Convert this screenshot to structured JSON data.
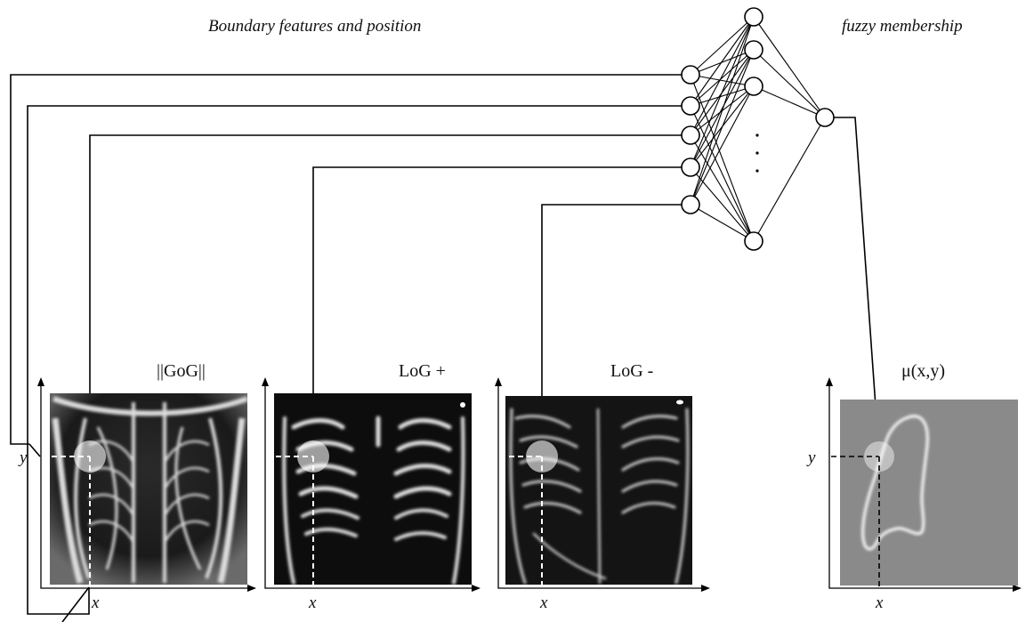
{
  "header": {
    "left_caption": "Boundary features and position",
    "right_caption": "fuzzy membership"
  },
  "panels": [
    {
      "id": "gog",
      "title": "||GoG||",
      "x_axis": "x",
      "y_axis": "y"
    },
    {
      "id": "log-plus",
      "title": "LoG +",
      "x_axis": "x"
    },
    {
      "id": "log-minus",
      "title": "LoG -",
      "x_axis": "x"
    },
    {
      "id": "membership",
      "title": "μ(x,y)",
      "x_axis": "x",
      "y_axis": "y"
    }
  ],
  "network": {
    "input_count": 5,
    "hidden_count": 4,
    "output_count": 1,
    "ellipsis": "·"
  },
  "colors": {
    "membership_background": "#8a8a8a",
    "contour": "#ffffff",
    "xray_bright": "#e6e6e6",
    "xray_dark": "#111111"
  }
}
